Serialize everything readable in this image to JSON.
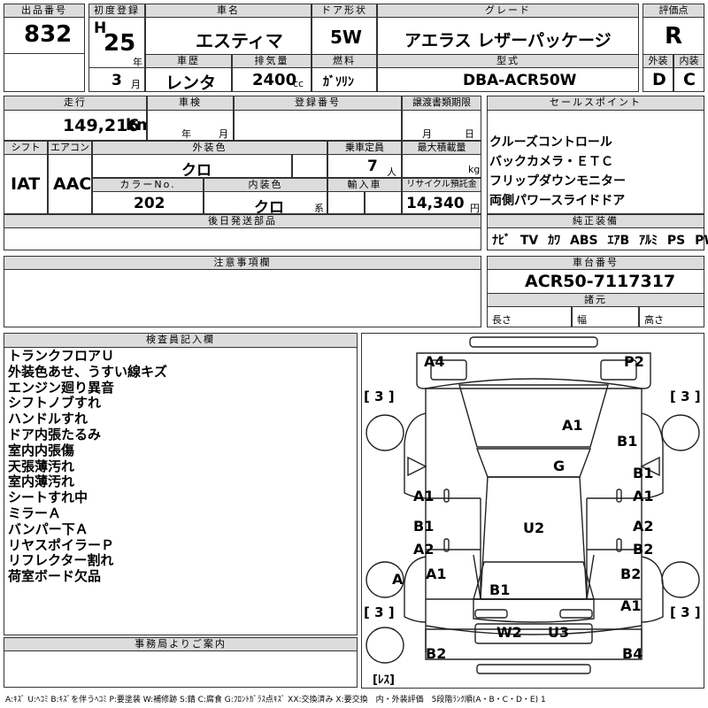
{
  "header": {
    "lot_number_label": "出品番号",
    "lot_number": "832",
    "first_reg_label": "初度登録",
    "era": "H",
    "year": "25",
    "year_unit": "年",
    "month": "3",
    "month_unit": "月",
    "car_name_label": "車名",
    "car_name": "エスティマ",
    "door_label": "ドア形状",
    "door": "5W",
    "grade_label": "グレード",
    "grade": "アエラス レザーパッケージ",
    "score_label": "評価点",
    "score": "R",
    "history_label": "車歴",
    "history": "レンタ",
    "displacement_label": "排気量",
    "displacement": "2400",
    "displacement_unit": "cc",
    "fuel_label": "燃料",
    "fuel": "ｶﾞｿﾘﾝ",
    "model_code_label": "型式",
    "model_code": "DBA-ACR50W",
    "exterior_grade_label": "外装",
    "exterior_grade": "D",
    "interior_grade_label": "内装",
    "interior_grade": "C"
  },
  "specs": {
    "mileage_label": "走行",
    "mileage": "149,216",
    "mileage_unit": "km",
    "inspection_label": "車検",
    "inspection_year_unit": "年",
    "inspection_month_unit": "月",
    "reg_number_label": "登録番号",
    "transfer_deadline_label": "譲渡書類期限",
    "transfer_month_unit": "月",
    "transfer_day_unit": "日",
    "shift_label": "シフト",
    "shift": "IAT",
    "aircon_label": "エアコン",
    "aircon": "AAC",
    "ext_color_label": "外装色",
    "ext_color": "クロ",
    "capacity_label": "乗車定員",
    "capacity": "7",
    "capacity_unit": "人",
    "max_load_label": "最大積載量",
    "max_load_unit": "kg",
    "color_no_label": "カラーNo.",
    "color_no": "202",
    "int_color_label": "内装色",
    "int_color": "クロ",
    "int_color_unit": "系",
    "import_label": "輸入車",
    "recycle_label": "リサイクル預託金",
    "recycle": "14,340",
    "recycle_unit": "円",
    "later_parts_label": "後日発送部品"
  },
  "sales_points": {
    "label": "セールスポイント",
    "items": [
      "クルーズコントロール",
      "バックカメラ・ＥＴＣ",
      "フリップダウンモニター",
      "両側パワースライドドア"
    ]
  },
  "equipment": {
    "label": "純正装備",
    "items": [
      "ﾅﾋﾞ",
      "TV",
      "ｶﾜ",
      "ABS",
      "ｴｱB",
      "ｱﾙﾐ",
      "PS",
      "PW"
    ]
  },
  "caution": {
    "label": "注意事項欄"
  },
  "chassis": {
    "label": "車台番号",
    "number": "ACR50-7117317",
    "dims_label": "諸元",
    "length_label": "長さ",
    "width_label": "幅",
    "height_label": "高さ"
  },
  "inspector": {
    "label": "検査員記入欄",
    "notes": [
      "トランクフロアＵ",
      "外装色あせ、うすい線キズ",
      "エンジン廻り異音",
      "シフトノブすれ",
      "ハンドルすれ",
      "ドア内張たるみ",
      "室内内張傷",
      "天張薄汚れ",
      "室内薄汚れ",
      "シートすれ中",
      "ミラーＡ",
      "バンパー下Ａ",
      "リヤスポイラーＰ",
      "リフレクター割れ",
      "荷室ボード欠品"
    ]
  },
  "office": {
    "label": "事務局よりご案内"
  },
  "diagram": {
    "tire_bracket": "[ 3 ]",
    "rest_label": "[ﾚｽ]",
    "marks": {
      "a4": "A4",
      "p2": "P2",
      "a1_hood": "A1",
      "b1_rf": "B1",
      "g": "G",
      "b1_rd": "B1",
      "a1_rd": "A1",
      "a1_ld": "A1",
      "u2": "U2",
      "b1_ld": "B1",
      "a2_ld": "A2",
      "a2_rd": "A2",
      "b2_rd": "B2",
      "a_lr": "A",
      "a1_lr": "A1",
      "b1_trunk": "B1",
      "b2_rr": "B2",
      "a1_rr": "A1",
      "w2": "W2",
      "u3": "U3",
      "b2_bl": "B2",
      "b4_br": "B4"
    }
  },
  "legend": "A:ｷｽﾞ U:ﾍｺﾐ B:ｷｽﾞを伴うﾍｺﾐ P:要塗装 W:補修跡 S:錆 C:腐食 G:ﾌﾛﾝﾄｶﾞﾗｽ点ｷｽﾞ XX:交換済み X:要交換　内・外装評価　5段階ﾗﾝｸ順(A・B・C・D・E) 1"
}
